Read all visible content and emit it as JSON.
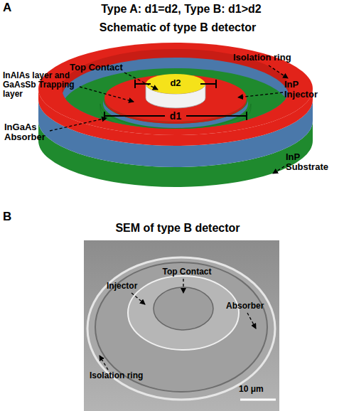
{
  "diagram": {
    "title": "Type A: d1=d2, Type B: d1>d2",
    "labels": [
      "A",
      "Schematic of type B detector",
      "Top Contact",
      "Isolation ring",
      "InAlAs layer and GaAsSb Trapping layer",
      "InP Injector",
      "InGaAs Absorber",
      "d2",
      "d1",
      "InP Substrate",
      "B",
      "SEM of type B detector",
      "Top Contact",
      "Injector",
      "Absorber",
      "Isolation ring",
      "10 μm"
    ]
  }
}
